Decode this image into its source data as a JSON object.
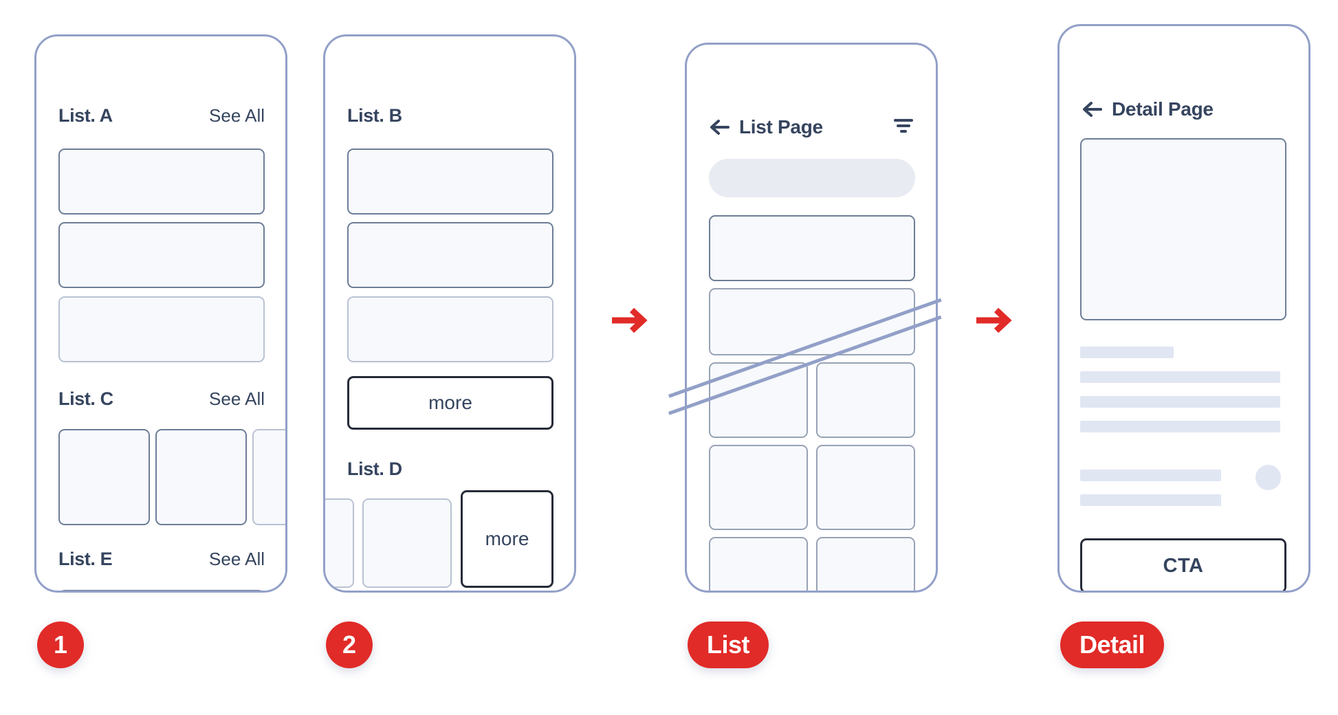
{
  "theme": {
    "accent_red": "#e12b28",
    "ink": "#36455f",
    "frame_stroke": "#92a0c8",
    "card_fill": "#f7f9fc",
    "card_stroke": "#6d7d97",
    "skeleton": "#e1e6f3",
    "search_fill": "#e8ebf2",
    "button_stroke": "#262b38"
  },
  "see_all_label": "See All",
  "screens": [
    {
      "id": "screen-1",
      "badge": "1",
      "sections": [
        {
          "title": "List. A",
          "see_all": "See All",
          "layout": "stack",
          "items": 3
        },
        {
          "title": "List. C",
          "see_all": "See All",
          "layout": "carousel",
          "items": 3
        },
        {
          "title": "List. E",
          "see_all": "See All",
          "layout": "stack",
          "items": 1
        }
      ]
    },
    {
      "id": "screen-2",
      "badge": "2",
      "sections": [
        {
          "title": "List. B",
          "layout": "stack",
          "items": 3,
          "more_label": "more"
        },
        {
          "title": "List. D",
          "layout": "carousel",
          "items": 2,
          "more_label": "more"
        }
      ]
    },
    {
      "id": "screen-3",
      "badge": "List",
      "header": {
        "title": "List Page",
        "back_icon": "arrow-left-icon",
        "action_icon": "filter-icon"
      },
      "search": {
        "placeholder": ""
      },
      "cards": {
        "full_width": 2,
        "grid_columns": 2,
        "grid_rows": 3
      }
    },
    {
      "id": "screen-4",
      "badge": "Detail",
      "header": {
        "title": "Detail Page",
        "back_icon": "arrow-left-icon"
      },
      "hero": true,
      "text_lines": [
        {
          "width_pct": 36
        },
        {
          "width_pct": 100
        },
        {
          "width_pct": 100
        },
        {
          "width_pct": 100
        },
        {
          "width_pct": 70
        },
        {
          "width_pct": 70
        }
      ],
      "avatar": true,
      "cta_label": "CTA"
    }
  ],
  "flow_arrows": [
    {
      "from": "screen-2",
      "to": "screen-3",
      "glyph": "→"
    },
    {
      "from": "screen-3",
      "to": "screen-4",
      "glyph": "→"
    }
  ]
}
